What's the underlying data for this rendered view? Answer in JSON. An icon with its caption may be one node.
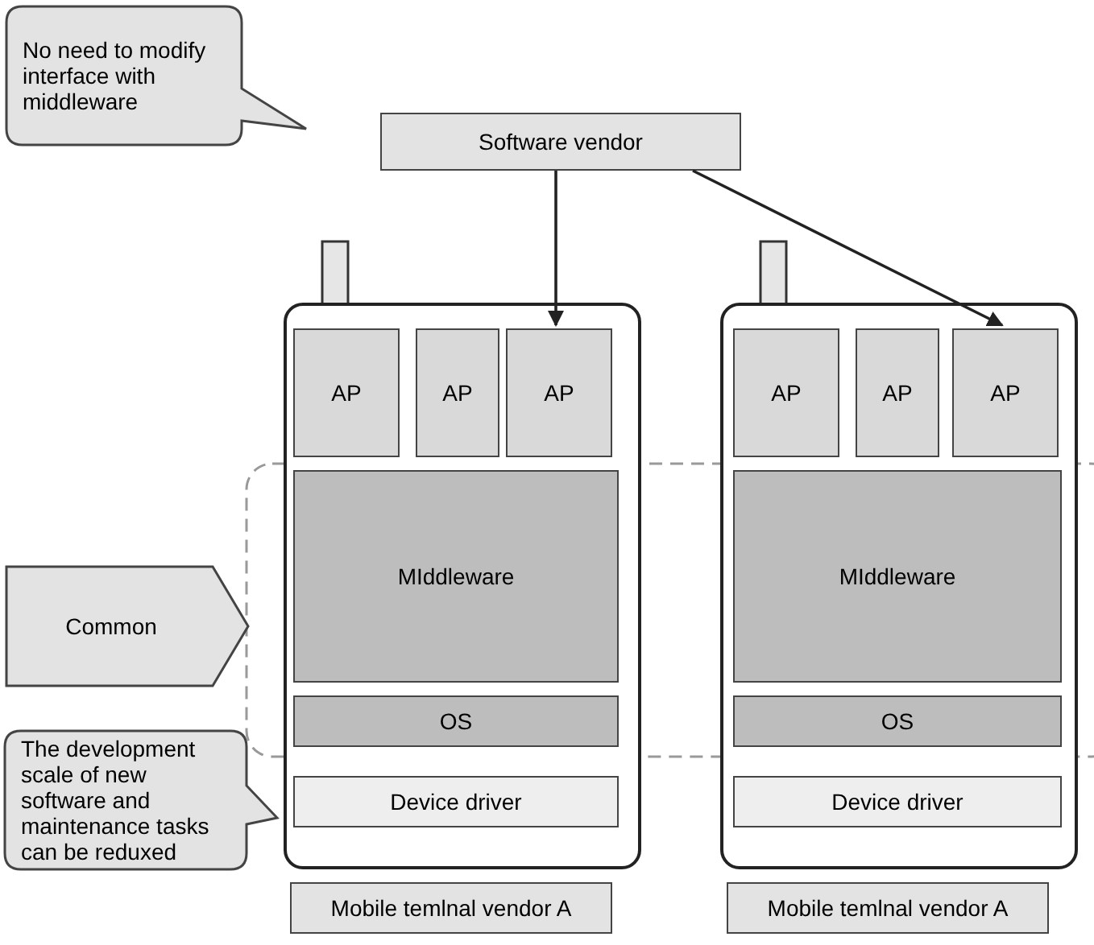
{
  "diagram": {
    "nodes": [
      {
        "text": [
          "No need to modify interface with middleware"
        ]
      },
      {
        "text": [
          "Software vendor"
        ]
      },
      {
        "text": [],
        "shape": "box"
      },
      {
        "text": [
          "AP"
        ],
        "in": 2
      },
      {
        "text": [
          "AP"
        ],
        "in": 2
      },
      {
        "text": [
          "AP"
        ],
        "in": 2
      },
      {
        "text": [
          "MIddleware"
        ],
        "in": 2
      },
      {
        "text": [
          "OS"
        ],
        "in": 2
      },
      {
        "text": [
          "Device driver"
        ],
        "in": 2
      },
      {
        "text": [],
        "shape": "box"
      },
      {
        "text": [
          "AP"
        ],
        "in": 9
      },
      {
        "text": [
          "AP"
        ],
        "in": 9
      },
      {
        "text": [
          "AP"
        ],
        "in": 9
      },
      {
        "text": [
          "MIddleware"
        ],
        "in": 9
      },
      {
        "text": [
          "OS"
        ],
        "in": 9
      },
      {
        "text": [
          "Device driver"
        ],
        "in": 9
      },
      {
        "text": [
          "Common"
        ]
      },
      {
        "text": [
          "The development scale of new software and maintenance tasks can be reduxed"
        ]
      },
      {
        "text": [
          "Mobile temlnal vendor A"
        ]
      },
      {
        "text": [
          "Mobile temlnal vendor A"
        ]
      }
    ],
    "edges": [
      {
        "from": 1,
        "to": 5,
        "arrow": "to"
      },
      {
        "from": 1,
        "to": 12,
        "arrow": "to"
      }
    ]
  }
}
